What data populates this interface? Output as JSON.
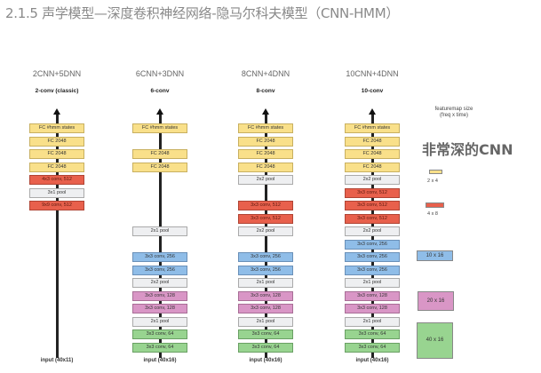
{
  "title": "2.1.5 声学模型—深度卷积神经网络-隐马尔科夫模型（CNN-HMM）",
  "columns": [
    {
      "header": "2CNN+5DNN",
      "subtitle": "2-conv (classic)",
      "input": "input (40x11)",
      "layers": [
        {
          "label": "FC #hmm states",
          "type": "fc"
        },
        {
          "label": "FC 2048",
          "type": "fc"
        },
        {
          "label": "FC 2048",
          "type": "fc"
        },
        {
          "label": "FC 2048",
          "type": "fc"
        },
        {
          "label": "4x3 conv, 512",
          "type": "red"
        },
        {
          "label": "3x1 pool",
          "type": "pool"
        },
        {
          "label": "9x9 conv, 512",
          "type": "red"
        }
      ]
    },
    {
      "header": "6CNN+3DNN",
      "subtitle": "6-conv",
      "input": "input (40x16)",
      "layers": [
        {
          "label": "FC #hmm states",
          "type": "fc"
        },
        {
          "label": "FC 2048",
          "type": "fc"
        },
        {
          "label": "FC 2048",
          "type": "fc"
        },
        {
          "label": "2x1 pool",
          "type": "pool"
        },
        {
          "label": "3x3 conv, 256",
          "type": "blue"
        },
        {
          "label": "3x3 conv, 256",
          "type": "blue"
        },
        {
          "label": "2x2 pool",
          "type": "pool"
        },
        {
          "label": "3x3 conv, 128",
          "type": "pink"
        },
        {
          "label": "3x3 conv, 128",
          "type": "pink"
        },
        {
          "label": "2x1 pool",
          "type": "pool"
        },
        {
          "label": "3x3 conv, 64",
          "type": "green"
        },
        {
          "label": "3x3 conv, 64",
          "type": "green"
        }
      ]
    },
    {
      "header": "8CNN+4DNN",
      "subtitle": "8-conv",
      "input": "input (40x16)",
      "layers": [
        {
          "label": "FC #hmm states",
          "type": "fc"
        },
        {
          "label": "FC 2048",
          "type": "fc"
        },
        {
          "label": "FC 2048",
          "type": "fc"
        },
        {
          "label": "FC 2048",
          "type": "fc"
        },
        {
          "label": "2x2 pool",
          "type": "pool"
        },
        {
          "label": "3x3 conv, 512",
          "type": "red"
        },
        {
          "label": "3x3 conv, 512",
          "type": "red"
        },
        {
          "label": "2x2 pool",
          "type": "pool"
        },
        {
          "label": "3x3 conv, 256",
          "type": "blue"
        },
        {
          "label": "3x3 conv, 256",
          "type": "blue"
        },
        {
          "label": "2x1 pool",
          "type": "pool"
        },
        {
          "label": "3x3 conv, 128",
          "type": "pink"
        },
        {
          "label": "3x3 conv, 128",
          "type": "pink"
        },
        {
          "label": "2x1 pool",
          "type": "pool"
        },
        {
          "label": "3x3 conv, 64",
          "type": "green"
        },
        {
          "label": "3x3 conv, 64",
          "type": "green"
        }
      ]
    },
    {
      "header": "10CNN+4DNN",
      "subtitle": "10-conv",
      "input": "input (40x16)",
      "layers": [
        {
          "label": "FC #hmm states",
          "type": "fc"
        },
        {
          "label": "FC 2048",
          "type": "fc"
        },
        {
          "label": "FC 2048",
          "type": "fc"
        },
        {
          "label": "FC 2048",
          "type": "fc"
        },
        {
          "label": "2x2 pool",
          "type": "pool"
        },
        {
          "label": "3x3 conv, 512",
          "type": "red"
        },
        {
          "label": "3x3 conv, 512",
          "type": "red"
        },
        {
          "label": "3x3 conv, 512",
          "type": "red"
        },
        {
          "label": "2x2 pool",
          "type": "pool"
        },
        {
          "label": "3x3 conv, 256",
          "type": "blue"
        },
        {
          "label": "3x3 conv, 256",
          "type": "blue"
        },
        {
          "label": "3x3 conv, 256",
          "type": "blue"
        },
        {
          "label": "2x1 pool",
          "type": "pool"
        },
        {
          "label": "3x3 conv, 128",
          "type": "pink"
        },
        {
          "label": "3x3 conv, 128",
          "type": "pink"
        },
        {
          "label": "2x1 pool",
          "type": "pool"
        },
        {
          "label": "3x3 conv, 64",
          "type": "green"
        },
        {
          "label": "3x3 conv, 64",
          "type": "green"
        }
      ]
    }
  ],
  "legend": {
    "title_line1": "featuremap size",
    "title_line2": "(freq x time)",
    "annotation": "非常深的CNN",
    "sizes": [
      "2 x 4",
      "4 x 8",
      "10 x 16",
      "20 x 16",
      "40 x 16"
    ]
  }
}
